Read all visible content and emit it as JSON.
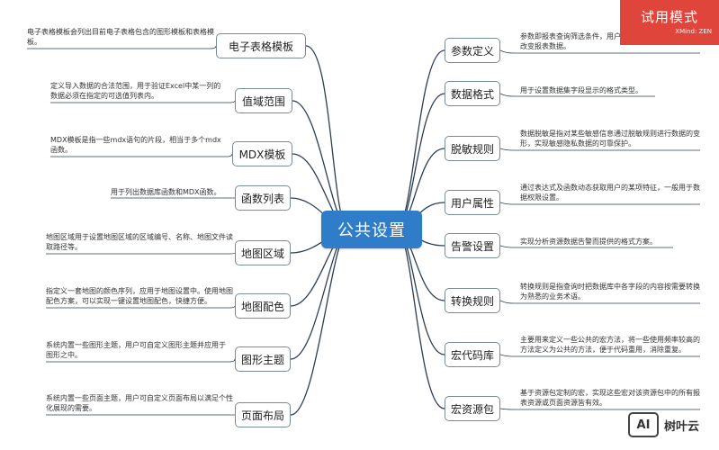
{
  "center": {
    "label": "公共设置"
  },
  "left_topics": [
    {
      "label": "电子表格模板",
      "desc": "电子表格模板会列出目前电子表格包含的图形模板和表格模板。"
    },
    {
      "label": "值域范围",
      "desc": "定义导入数据的合法范围，用于验证Excel中某一列的数据必须在指定的可选值列表内。"
    },
    {
      "label": "MDX模板",
      "desc": "MDX模板是指一些mdx语句的片段，相当于多个mdx函数。"
    },
    {
      "label": "函数列表",
      "desc": "用于列出数据库函数和MDX函数。"
    },
    {
      "label": "地图区域",
      "desc": "地图区域用于设置地图区域的区域编号、名称、地图文件读取路径等。"
    },
    {
      "label": "地图配色",
      "desc": "指定义一套地图的颜色序列，应用于地图设置中。使用地图配色方案，可以实现一键设置地图配色，快捷方便。"
    },
    {
      "label": "图形主题",
      "desc": "系统内置一些图形主题，用户可自定义图形主题并应用于图形之中。"
    },
    {
      "label": "页面布局",
      "desc": "系统内置一些页面主题，用户可自定义页面布局以满足个性化展现的需要。"
    }
  ],
  "right_topics": [
    {
      "label": "参数定义",
      "desc": "参数即报表查询筛选条件，用户通过改变参数查询条件查改变报表数据。"
    },
    {
      "label": "数据格式",
      "desc": "用于设置数据集字段显示的格式类型。"
    },
    {
      "label": "脱敏规则",
      "desc": "数据脱敏是指对某些敏感信息通过脱敏规则进行数据的变形，实现敏感隐私数据的可靠保护。"
    },
    {
      "label": "用户属性",
      "desc": "通过表达式及函数动态获取用户的某项特征，一般用于数据权限设置。"
    },
    {
      "label": "告警设置",
      "desc": "实现分析资源数据告警而提供的格式方案。"
    },
    {
      "label": "转换规则",
      "desc": "转换规则是指查询时把数据库中各字段的内容按需要转换为熟悉的业务术语。"
    },
    {
      "label": "宏代码库",
      "desc": "主要用来定义一些公共的宏方法，将一些使用频率较高的方法定义为公共的方法，便于代码重用，消除重复。"
    },
    {
      "label": "宏资源包",
      "desc": "基于资源包定制的宏，实现这些宏对该资源包中的所有报表资源或页面资源皆有效。"
    }
  ],
  "trial_badge": {
    "title": "试用模式",
    "subtitle": "XMind: ZEN"
  },
  "watermark": {
    "logo": "AI",
    "text": "树叶云"
  },
  "colors": {
    "center_fill": "#2f7dc8",
    "branch_stroke": "#2c3e55",
    "trial": "#e0453b"
  }
}
